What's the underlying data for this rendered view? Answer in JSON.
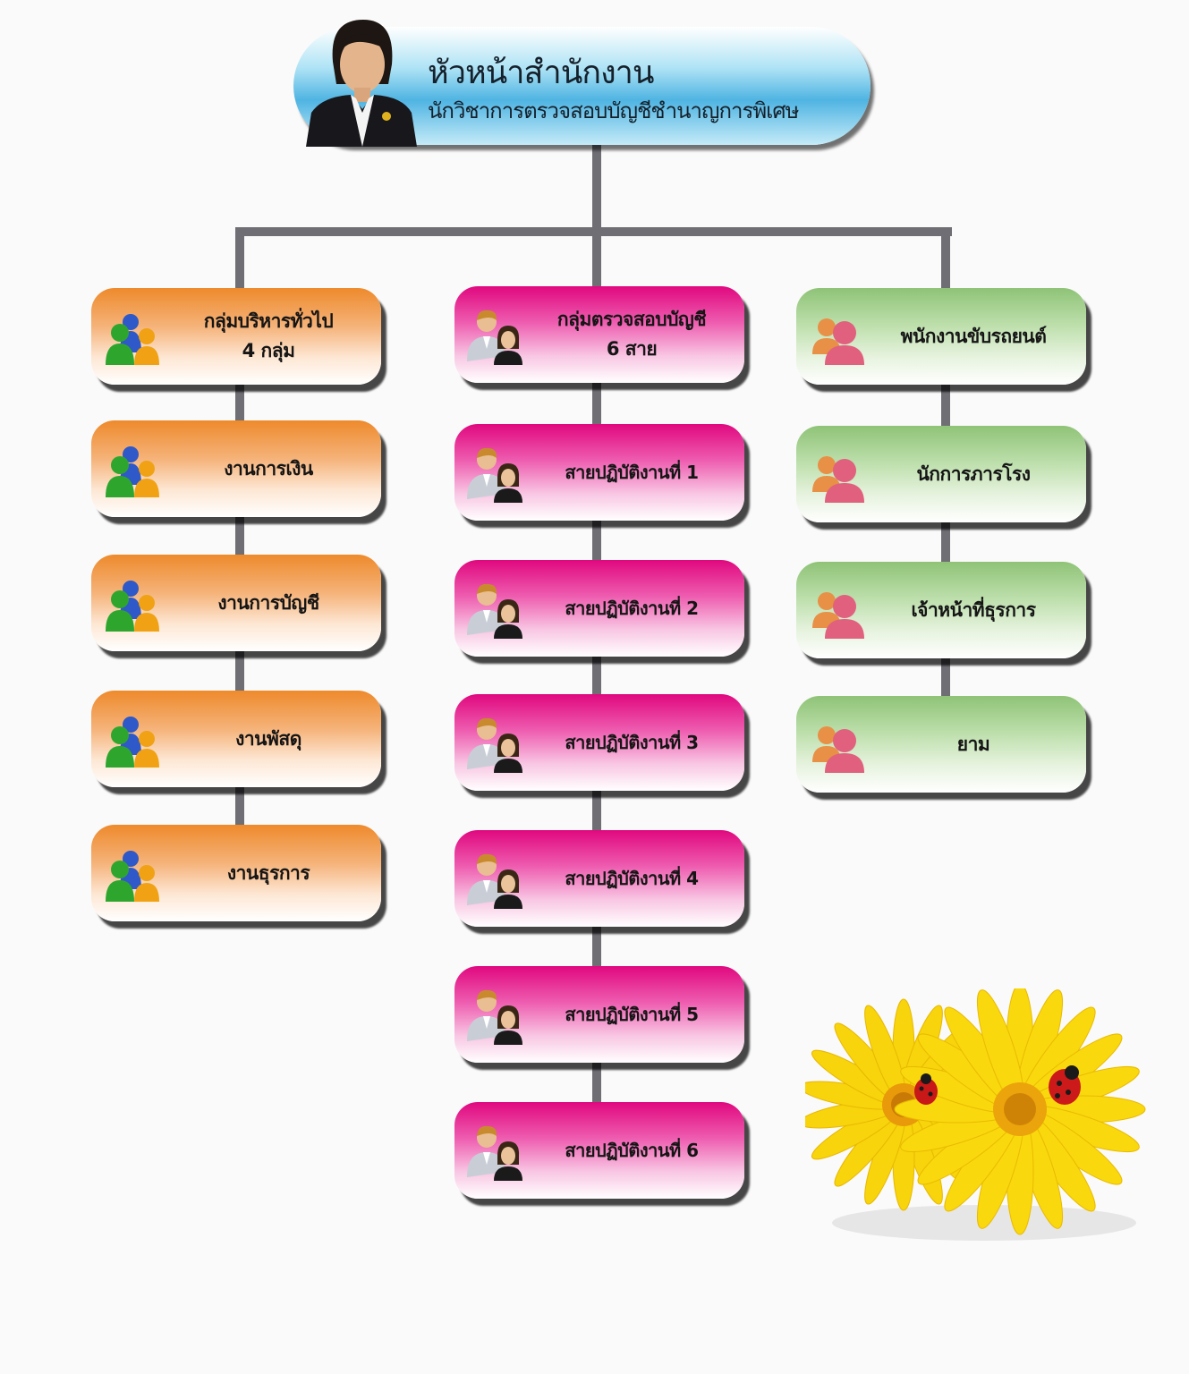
{
  "head": {
    "title": "หัวหน้าสำนักงาน",
    "subtitle": "นักวิชาการตรวจสอบบัญชีชำนาญการพิเศษ"
  },
  "columns": [
    {
      "id": "admin",
      "color": "#ee8a2c",
      "icon": "users-group-icon",
      "header": {
        "line1": "กลุ่มบริหารทั่วไป",
        "line2": "4 กลุ่ม"
      },
      "items": [
        "งานการเงิน",
        "งานการบัญชี",
        "งานพัสดุ",
        "งานธุรการ"
      ]
    },
    {
      "id": "audit",
      "color": "#e0087f",
      "icon": "business-people-icon",
      "header": {
        "line1": "กลุ่มตรวจสอบบัญชี",
        "line2": "6 สาย"
      },
      "items": [
        "สายปฏิบัติงานที่ 1",
        "สายปฏิบัติงานที่ 2",
        "สายปฏิบัติงานที่ 3",
        "สายปฏิบัติงานที่ 4",
        "สายปฏิบัติงานที่ 5",
        "สายปฏิบัติงานที่ 6"
      ]
    },
    {
      "id": "staff",
      "color": "#8fc377",
      "icon": "people-pair-icon",
      "header": {
        "line1": "พนักงานขับรถยนต์",
        "line2": ""
      },
      "items": [
        "นักการภารโรง",
        "เจ้าหน้าที่ธุรการ",
        "ยาม"
      ]
    }
  ]
}
